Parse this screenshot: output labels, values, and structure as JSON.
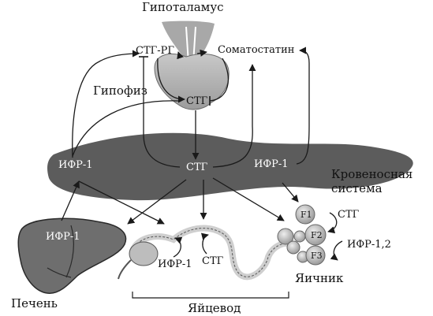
{
  "labels": {
    "hypothalamus": "Гипоталамус",
    "sth_rh": "СТГ-РГ",
    "somatostatin": "Соматостатин",
    "pituitary": "Гипофиз",
    "sth_pituitary": "СТГ",
    "igf1_blood_left": "ИФР-1",
    "sth_blood": "СТГ",
    "igf1_blood_right": "ИФР-1",
    "blood_system_line1": "Кровеносная",
    "blood_system_line2": "система",
    "igf1_liver": "ИФР-1",
    "liver": "Печень",
    "igf1_oviduct": "ИФР-1",
    "sth_oviduct": "СТГ",
    "oviduct": "Яйцевод",
    "follicle_f1": "F1",
    "follicle_f2": "F2",
    "follicle_f3": "F3",
    "sth_ovary": "СТГ",
    "igf12_ovary": "ИФР-1,2",
    "ovary": "Яичник"
  },
  "colors": {
    "blood_band": "#5c5c5c",
    "liver": "#6e6e6e",
    "pituitary": "#b4b4b4",
    "hypothalamus": "#a8a8a8",
    "oviduct": "#cfcfcf",
    "ovary": "#c4c4c4",
    "arrows": "#1a1a1a"
  }
}
